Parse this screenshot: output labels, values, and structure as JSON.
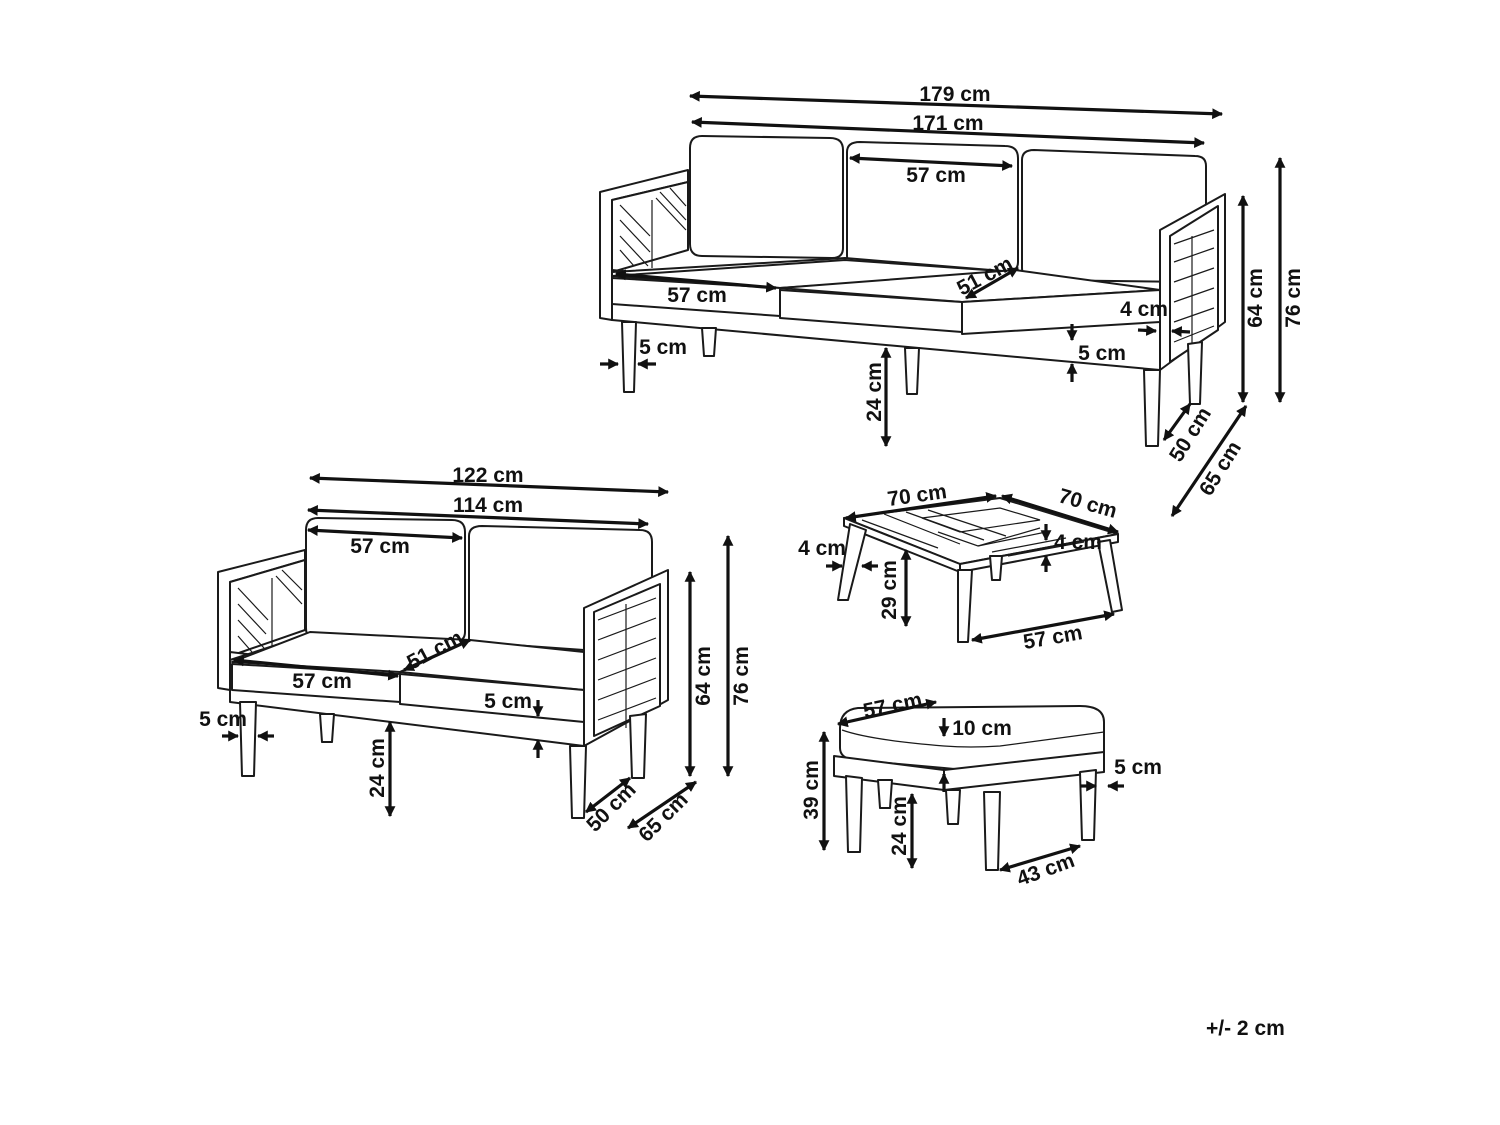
{
  "tolerance": "+/- 2 cm",
  "sofa3": {
    "total_width": "179 cm",
    "inner_width": "171 cm",
    "back_cushion_width": "57 cm",
    "seat_cushion_width": "57 cm",
    "seat_depth": "51 cm",
    "armrest_width": "4 cm",
    "leg_width": "5 cm",
    "seat_thickness": "5 cm",
    "leg_height": "24 cm",
    "seat_height": "64 cm",
    "total_height": "76 cm",
    "inner_depth": "50 cm",
    "total_depth": "65 cm"
  },
  "sofa2": {
    "total_width": "122 cm",
    "inner_width": "114 cm",
    "back_cushion_width": "57 cm",
    "seat_cushion_width": "57 cm",
    "seat_depth": "51 cm",
    "leg_width": "5 cm",
    "seat_thickness": "5 cm",
    "leg_height": "24 cm",
    "seat_height": "64 cm",
    "total_height": "76 cm",
    "inner_depth": "50 cm",
    "total_depth": "65 cm"
  },
  "table": {
    "width": "70 cm",
    "depth": "70 cm",
    "leg_width": "4 cm",
    "top_thickness": "4 cm",
    "height": "29 cm",
    "leg_span": "57 cm"
  },
  "ottoman": {
    "width": "57 cm",
    "cushion_thickness": "10 cm",
    "leg_width": "5 cm",
    "total_height": "39 cm",
    "leg_height": "24 cm",
    "leg_span": "43 cm"
  }
}
